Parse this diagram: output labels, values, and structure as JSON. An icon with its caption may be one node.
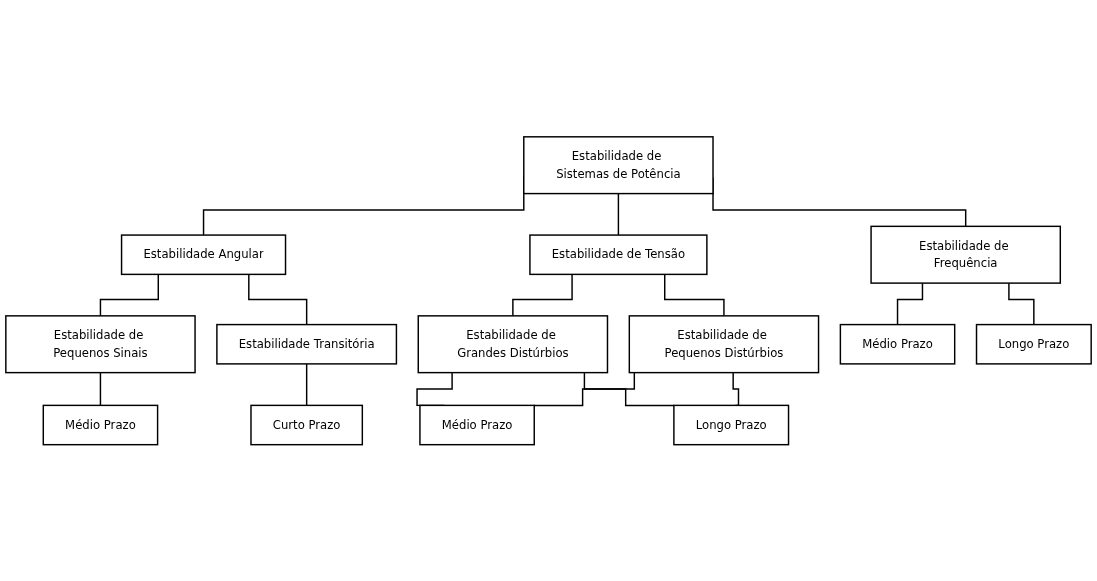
{
  "diagram": {
    "nodes": [
      {
        "text": [
          "Estabilidade de Sistemas de Potência"
        ]
      },
      {
        "text": [
          "Estabilidade Angular"
        ]
      },
      {
        "text": [
          "Estabilidade de Frequência"
        ]
      },
      {
        "text": [
          "Estabilidade de Tensão"
        ]
      },
      {
        "text": [
          "Estabilidade de Pequenos Sinais"
        ]
      },
      {
        "text": [
          "Estabilidade Transitória"
        ]
      },
      {
        "text": [
          "Estabilidade de Grandes Distúrbios"
        ]
      },
      {
        "text": [
          "Estabilidade de Pequenos Distúrbios"
        ]
      },
      {
        "text": [
          "Médio Prazo"
        ]
      },
      {
        "text": [
          "Curto Prazo"
        ]
      },
      {
        "text": [
          "Médio Prazo"
        ]
      },
      {
        "text": [
          "Longo Prazo"
        ]
      },
      {
        "text": [
          "Médio Prazo"
        ]
      },
      {
        "text": [
          "Longo Prazo"
        ]
      }
    ],
    "edges": [
      {
        "from": 0,
        "to": 1,
        "arrow": "none"
      },
      {
        "from": 0,
        "to": 2,
        "arrow": "none"
      },
      {
        "from": 0,
        "to": 3,
        "arrow": "none"
      },
      {
        "from": 1,
        "to": 4,
        "arrow": "none"
      },
      {
        "from": 1,
        "to": 5,
        "arrow": "none"
      },
      {
        "from": 3,
        "to": 6,
        "arrow": "none"
      },
      {
        "from": 3,
        "to": 7,
        "arrow": "none"
      },
      {
        "from": 4,
        "to": 8,
        "arrow": "none"
      },
      {
        "from": 5,
        "to": 9,
        "arrow": "none"
      },
      {
        "from": 6,
        "to": 10,
        "arrow": "none"
      },
      {
        "from": 6,
        "to": 11,
        "arrow": "none"
      },
      {
        "from": 7,
        "to": 10,
        "arrow": "none"
      },
      {
        "from": 7,
        "to": 11,
        "arrow": "none"
      },
      {
        "from": 2,
        "to": 12,
        "arrow": "none"
      },
      {
        "from": 2,
        "to": 13,
        "arrow": "none"
      }
    ]
  }
}
